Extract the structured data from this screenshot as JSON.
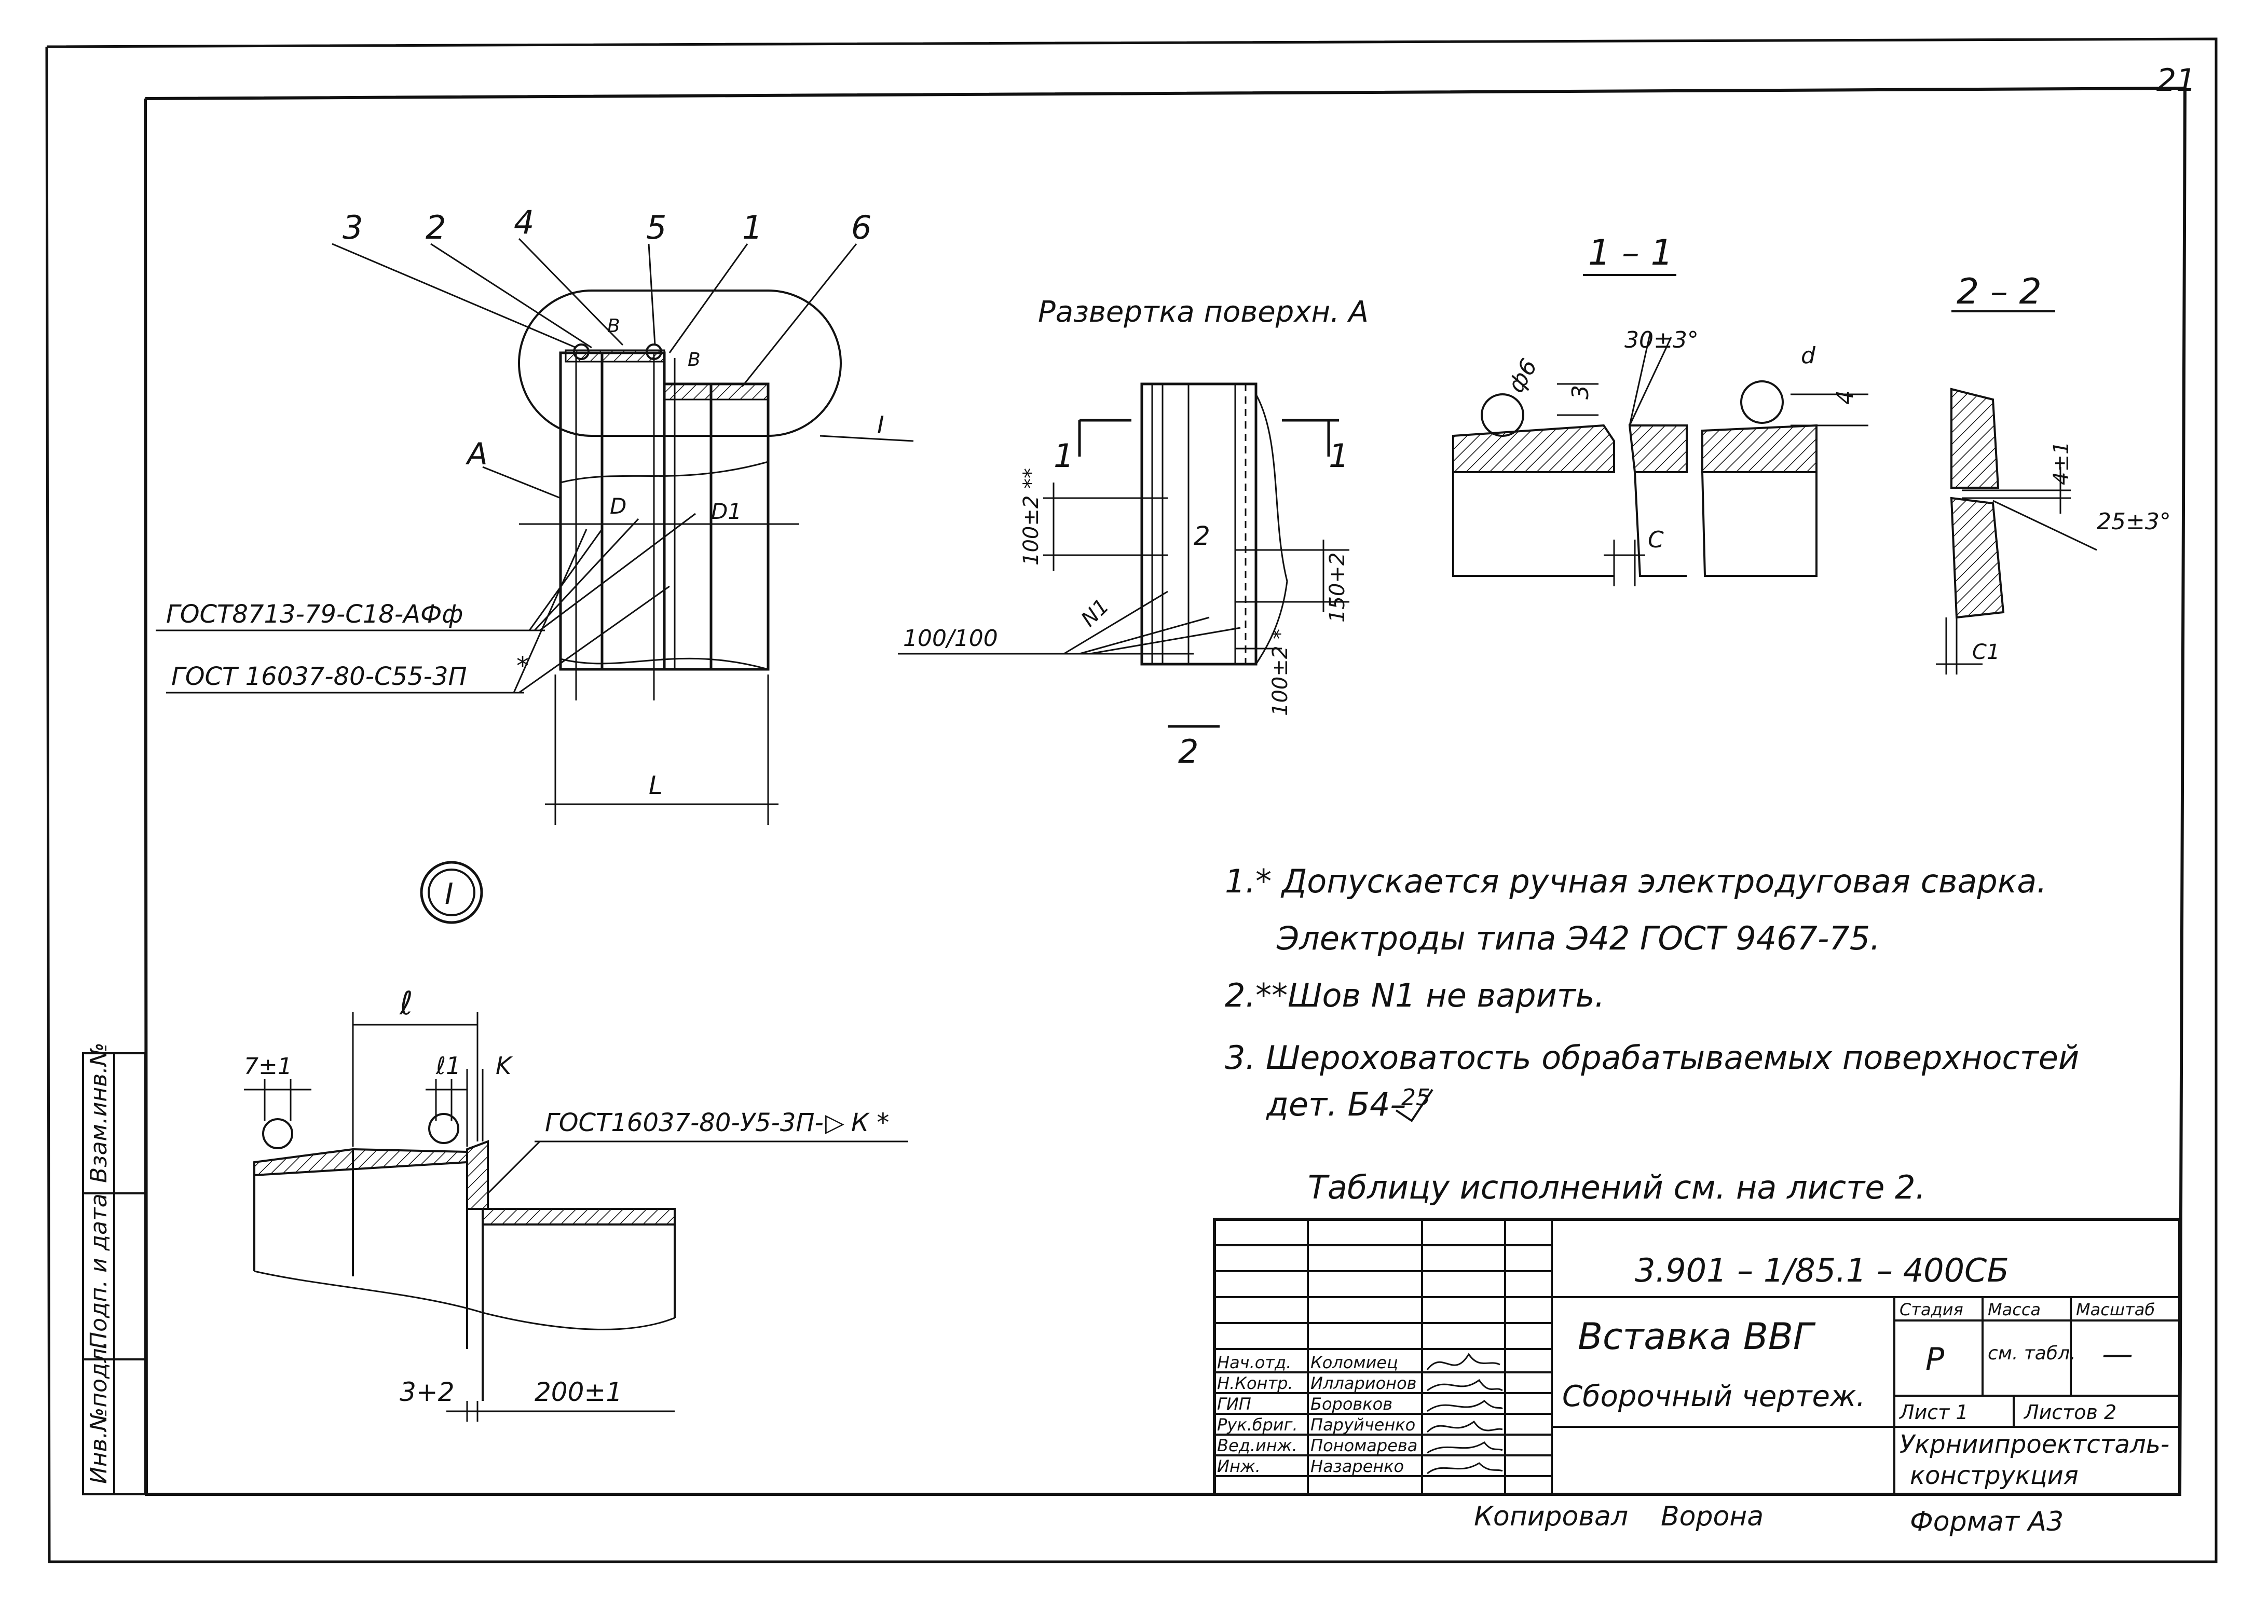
{
  "sheet_corner": "21",
  "main_view": {
    "callouts": [
      "3",
      "2",
      "4",
      "5",
      "1",
      "6"
    ],
    "label_a": "A",
    "label_d": "D",
    "label_d1": "D1",
    "detail_ref": "I",
    "dim_b_left": "B",
    "dim_b_right": "B",
    "dim_l": "L",
    "weld_1": "ГОСТ8713-79-С18-АФф",
    "weld_2": "ГОСТ 16037-80-С55-3П",
    "weld_2_mark": "*"
  },
  "development": {
    "title": "Развертка поверхн. А",
    "cut_left": "1",
    "cut_right": "1",
    "cut_2_top": "2",
    "cut_2_bottom": "2",
    "dim_100_top": "100±2 **",
    "dim_150": "150+2",
    "dim_100_bottom": "100±2 *",
    "weld_n1": "N1",
    "pitch": "100/100"
  },
  "section_1_1": {
    "title": "1 – 1",
    "phi": "ф6",
    "dim_3": "3",
    "angle": "30±3°",
    "dim_d": "d",
    "dim_4": "4",
    "dim_c": "C"
  },
  "section_2_2": {
    "title": "2 – 2",
    "dim_4": "4±1",
    "angle": "25±3°",
    "dim_c1": "C1"
  },
  "detail_1": {
    "circle_label": "I",
    "dim_l": "ℓ",
    "dim_l1": "ℓ1",
    "dim_k": "K",
    "dim_7": "7±1",
    "weld": "ГОСТ16037-80-У5-3П-",
    "weld_k": "К *",
    "dim_3": "3+2",
    "dim_200": "200±1"
  },
  "notes": [
    "1.* Допускается ручная электродуговая сварка.",
    "Электроды типа Э42 ГОСТ 9467-75.",
    "2.**Шов N1 не варить.",
    "3. Шероховатость обрабатываемых поверхностей",
    "дет. Б4–"
  ],
  "roughness": "25",
  "table_note": "Таблицу исполнений см. на листе 2.",
  "side_stamp": [
    "Инв.№подл.",
    "Подп. и дата",
    "Взам.инв.№"
  ],
  "title_block": {
    "doc_code": "3.901 – 1/85.1 – 400СБ",
    "name_1": "Вставка ВВГ",
    "name_2": "Сборочный чертеж.",
    "stage_header": "Стадия",
    "mass_header": "Масса",
    "scale_header": "Масштаб",
    "stage_value": "Р",
    "mass_value": "см. табл.",
    "scale_value": "—",
    "sheet": "Лист 1",
    "sheets": "Листов 2",
    "org_1": "Укрниипроектсталь-",
    "org_2": "конструкция",
    "roles": [
      "Нач.отд.",
      "Н.Контр.",
      "ГИП",
      "Рук.бриг.",
      "Вед.инж.",
      "Инж."
    ],
    "names": [
      "Коломиец",
      "Илларионов",
      "Боровков",
      "Паруйченко",
      "Пономарева",
      "Назаренко"
    ]
  },
  "copied_by": "Копировал",
  "copier_name": "Ворона",
  "format": "Формат А3"
}
